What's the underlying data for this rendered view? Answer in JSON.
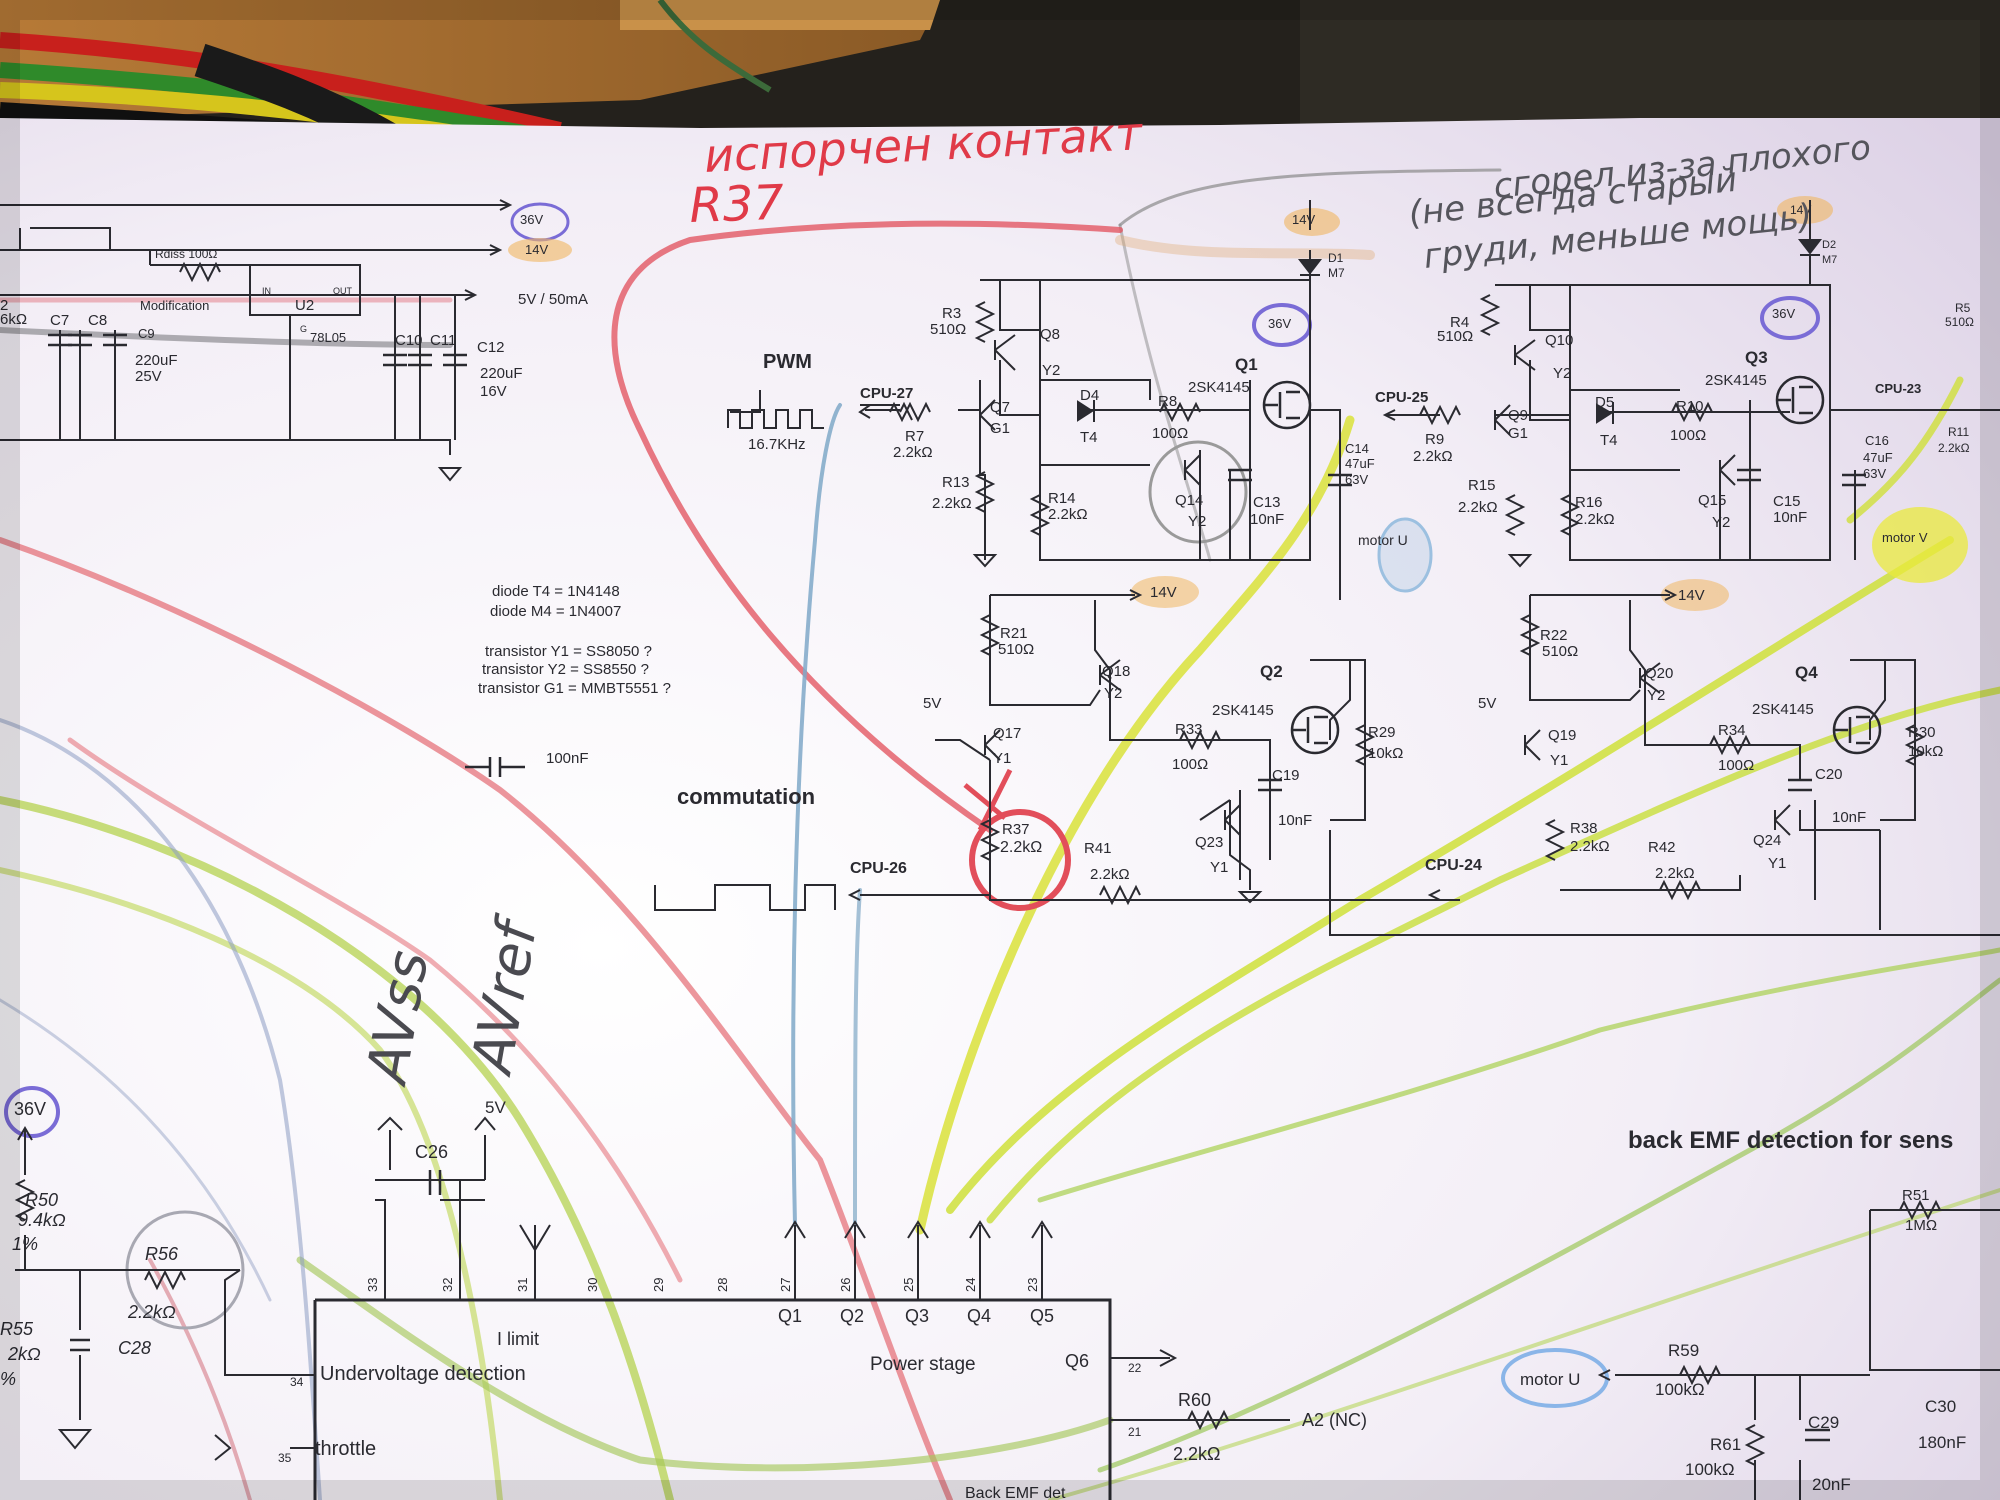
{
  "handwritten": {
    "top_note_1": "испорчен контакт",
    "top_note_2": "R37",
    "right_note_1": "сгорел из-за плохого",
    "right_note_2": "(не всегда старый",
    "right_note_3": "груди, меньше мощь)",
    "avss": "AVss",
    "avref": "AVref"
  },
  "rails": {
    "v36": "36V",
    "v14": "14V",
    "v5": "5V",
    "v5_50ma": "5V / 50mA"
  },
  "labels": {
    "pwm": "PWM",
    "pwm_freq": "16.7KHz",
    "commutation": "commutation",
    "cpu27": "CPU-27",
    "cpu26": "CPU-26",
    "cpu25": "CPU-25",
    "cpu24": "CPU-24",
    "cpu23": "CPU-23",
    "motor_u": "motor U",
    "motor_v": "motor V",
    "back_emf_title": "back EMF detection for sens",
    "cap_legend": "100nF",
    "rdiss": "Rdiss 100Ω",
    "modification": "Modification",
    "a2": "A2 (NC)"
  },
  "notes": [
    "diode T4 = 1N4148",
    "diode M4 = 1N4007",
    "transistor Y1 = SS8050 ?",
    "transistor Y2 = SS8550 ?",
    "transistor G1 = MMBT5551 ?"
  ],
  "components": {
    "u2": "U2",
    "u2_part": "78L05",
    "u2_in": "IN",
    "u2_out": "OUT",
    "u2_gnd": "G",
    "c7": "C7",
    "c8": "C8",
    "c9": "C9",
    "c9_val": "220uF",
    "c9_v": "25V",
    "c10": "C10",
    "c11": "C11",
    "c12": "C12",
    "c12_val": "220uF",
    "c12_v": "16V",
    "r2": "2",
    "r2_val": "6kΩ",
    "r3": "R3",
    "r3_val": "510Ω",
    "r4": "R4",
    "r4_val": "510Ω",
    "q8": "Q8",
    "q8_t": "Y2",
    "q10": "Q10",
    "q10_t": "Y2",
    "q7": "Q7",
    "q7_t": "G1",
    "q9": "Q9",
    "q9_t": "G1",
    "r7": "R7",
    "r7_val": "2.2kΩ",
    "r9": "R9",
    "r9_val": "2.2kΩ",
    "d4": "D4",
    "d4_t": "T4",
    "d5": "D5",
    "d5_t": "T4",
    "r8": "R8",
    "r8_val": "100Ω",
    "r10": "R10",
    "r10_val": "100Ω",
    "q1": "Q1",
    "q1_part": "2SK4145",
    "q3": "Q3",
    "q3_part": "2SK4145",
    "d1": "D1",
    "d1_t": "M7",
    "d2": "D2",
    "d2_t": "M7",
    "r13": "R13",
    "r13_val": "2.2kΩ",
    "r15": "R15",
    "r15_val": "2.2kΩ",
    "r14": "R14",
    "r14_val": "2.2kΩ",
    "r16": "R16",
    "r16_val": "2.2kΩ",
    "q14": "Q14",
    "q14_t": "Y2",
    "q15": "Q15",
    "q15_t": "Y2",
    "c13": "C13",
    "c13_val": "10nF",
    "c15": "C15",
    "c15_val": "10nF",
    "c14": "C14",
    "c14_val": "47uF",
    "c14_v": "63V",
    "c16": "C16",
    "c16_val": "47uF",
    "c16_v": "63V",
    "r5": "R5",
    "r5_val": "510Ω",
    "r11": "R11",
    "r11_val": "2.2kΩ",
    "r21": "R21",
    "r21_val": "510Ω",
    "r22": "R22",
    "r22_val": "510Ω",
    "q18": "Q18",
    "q18_t": "Y2",
    "q20": "Q20",
    "q20_t": "Y2",
    "q17": "Q17",
    "q17_t": "Y1",
    "q19": "Q19",
    "q19_t": "Y1",
    "r37": "R37",
    "r37_val": "2.2kΩ",
    "r38": "R38",
    "r38_val": "2.2kΩ",
    "r33": "R33",
    "r33_val": "100Ω",
    "r34": "R34",
    "r34_val": "100Ω",
    "q2": "Q2",
    "q2_part": "2SK4145",
    "q4": "Q4",
    "q4_part": "2SK4145",
    "r29": "R29",
    "r29_val": "10kΩ",
    "r30": "R30",
    "r30_val": "10kΩ",
    "c19": "C19",
    "c19_val": "10nF",
    "c20": "C20",
    "c20_val": "10nF",
    "q23": "Q23",
    "q23_t": "Y1",
    "q24": "Q24",
    "q24_t": "Y1",
    "r41": "R41",
    "r41_val": "2.2kΩ",
    "r42": "R42",
    "r42_val": "2.2kΩ",
    "r50": "R50",
    "r50_val": "9.4kΩ",
    "r50_tol": "1%",
    "r55": "R55",
    "r55_val": "2kΩ",
    "r55_tol": "%",
    "r56": "R56",
    "r56_val": "2.2kΩ",
    "c28": "C28",
    "c26": "C26",
    "r51": "R51",
    "r51_val": "1MΩ",
    "r59": "R59",
    "r59_val": "100kΩ",
    "r61": "R61",
    "r61_val": "100kΩ",
    "c29": "C29",
    "c29_val": "20nF",
    "c30": "C30",
    "c30_val": "180nF",
    "r60": "R60",
    "r60_val": "2.2kΩ"
  },
  "ic": {
    "pins": [
      "33",
      "32",
      "31",
      "30",
      "29",
      "28",
      "27",
      "26",
      "25",
      "24",
      "23"
    ],
    "outputs": [
      "Q1",
      "Q2",
      "Q3",
      "Q4",
      "Q5"
    ],
    "q6": "Q6",
    "i_limit": "I limit",
    "undervoltage": "Undervoltage detection",
    "power_stage": "Power stage",
    "throttle": "throttle",
    "back_emf": "Back EMF det",
    "pin34": "34",
    "pin35": "35",
    "pin22": "22",
    "pin21": "21"
  }
}
